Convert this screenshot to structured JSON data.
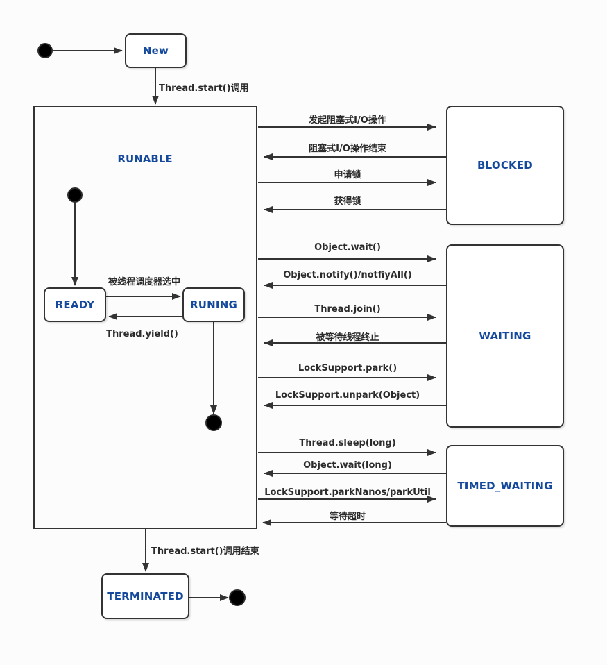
{
  "diagram": {
    "colors": {
      "state_text": "#15499c",
      "line": "#333333",
      "transition_text": "#2b2b2b",
      "box_fill": "#ffffff"
    },
    "states": {
      "new": "New",
      "runnable": "RUNABLE",
      "ready": "READY",
      "runing": "RUNING",
      "blocked": "BLOCKED",
      "waiting": "WAITING",
      "timed_waiting": "TIMED_WAITING",
      "terminated": "TERMINATED"
    },
    "transitions": {
      "thread_start": "Thread.start()调用",
      "io_begin": "发起阻塞式I/O操作",
      "io_end": "阻塞式I/O操作结束",
      "apply_lock": "申请锁",
      "acquire_lock": "获得锁",
      "object_wait": "Object.wait()",
      "object_notify": "Object.notify()/notfiyAll()",
      "thread_join": "Thread.join()",
      "waited_thread_end": "被等待线程终止",
      "locksupport_park": "LockSupport.park()",
      "locksupport_unpark": "LockSupport.unpark(Object)",
      "thread_sleep": "Thread.sleep(long)",
      "object_wait_long": "Object.wait(long)",
      "locksupport_parknanos": "LockSupport.parkNanos/parkUtil",
      "wait_timeout": "等待超时",
      "scheduler_select": "被线程调度器选中",
      "thread_yield": "Thread.yield()",
      "thread_start_end": "Thread.start()调用结束"
    }
  }
}
